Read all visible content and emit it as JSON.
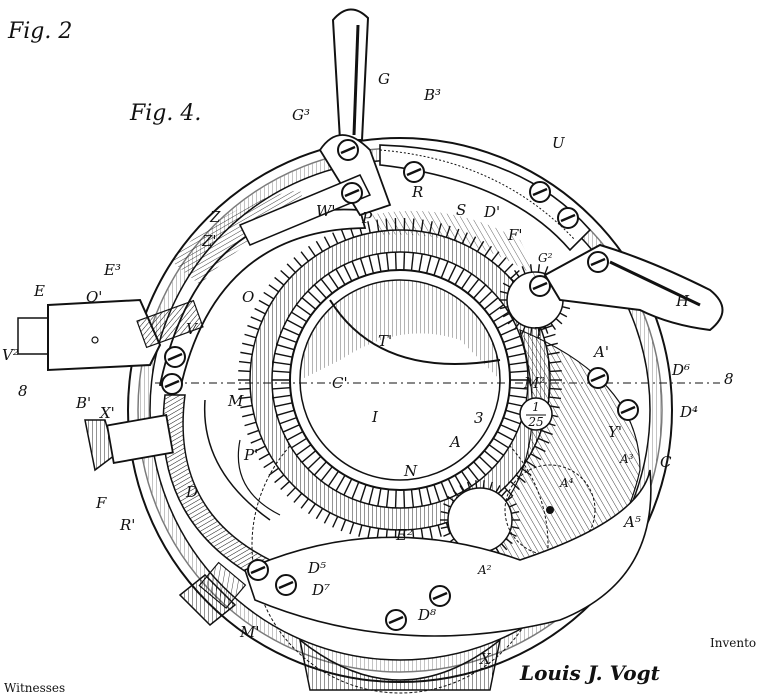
{
  "figure": {
    "fig_partial": "Fig. 2",
    "fig_main": "Fig. 4.",
    "scale_mark": {
      "top": "1",
      "bottom": "25"
    },
    "witnesses": "Witnesses",
    "inventor_partial": "Invento",
    "signature": "Louis J. Vogt"
  },
  "labels": {
    "G": "G",
    "G3": "G³",
    "B3": "B³",
    "U": "U",
    "R": "R",
    "S": "S",
    "P": "P",
    "W1": "W'",
    "D1": "D'",
    "F1": "F'",
    "G2": "G²",
    "Z": "Z",
    "Z1": "Z'",
    "E3": "E³",
    "E": "E",
    "O1": "O'",
    "O": "O",
    "V": "V",
    "V2": "V²",
    "H": "H",
    "T1": "T'",
    "T": "T",
    "A1": "A'",
    "D6": "D⁶",
    "n8r": "8",
    "n8l": "8",
    "C1": "C'",
    "M2": "M²",
    "B1": "B'",
    "X1": "X'",
    "M": "M",
    "I": "I",
    "n3": "3",
    "A": "A",
    "D4": "D⁴",
    "Y1": "Y'",
    "A3": "A³",
    "C": "C",
    "F": "F",
    "P1": "P'",
    "D": "D",
    "R1": "R'",
    "N": "N",
    "E2": "E²",
    "A4": "A⁴",
    "A5": "A⁵",
    "D5": "D⁵",
    "D7": "D⁷",
    "A2": "A²",
    "M1": "M'",
    "D8": "D⁸",
    "X": "X"
  },
  "colors": {
    "ink": "#111111",
    "paper": "#ffffff"
  }
}
